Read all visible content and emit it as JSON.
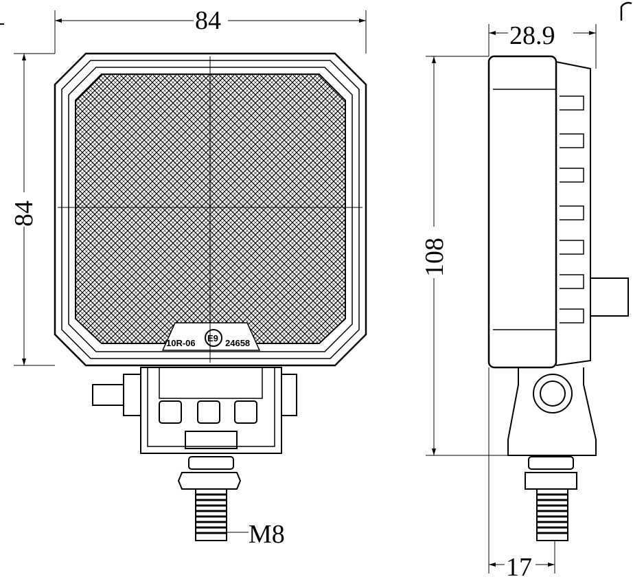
{
  "drawing": {
    "front_view": {
      "width_label": "84",
      "height_label": "84",
      "thread_label": "M8",
      "badge": {
        "left": "10R-06",
        "mark": "E9",
        "right": "24658"
      }
    },
    "side_view": {
      "depth_label": "28.9",
      "height_label": "108",
      "base_label": "17"
    }
  },
  "colors": {
    "line": "#000000",
    "background": "#ffffff"
  }
}
